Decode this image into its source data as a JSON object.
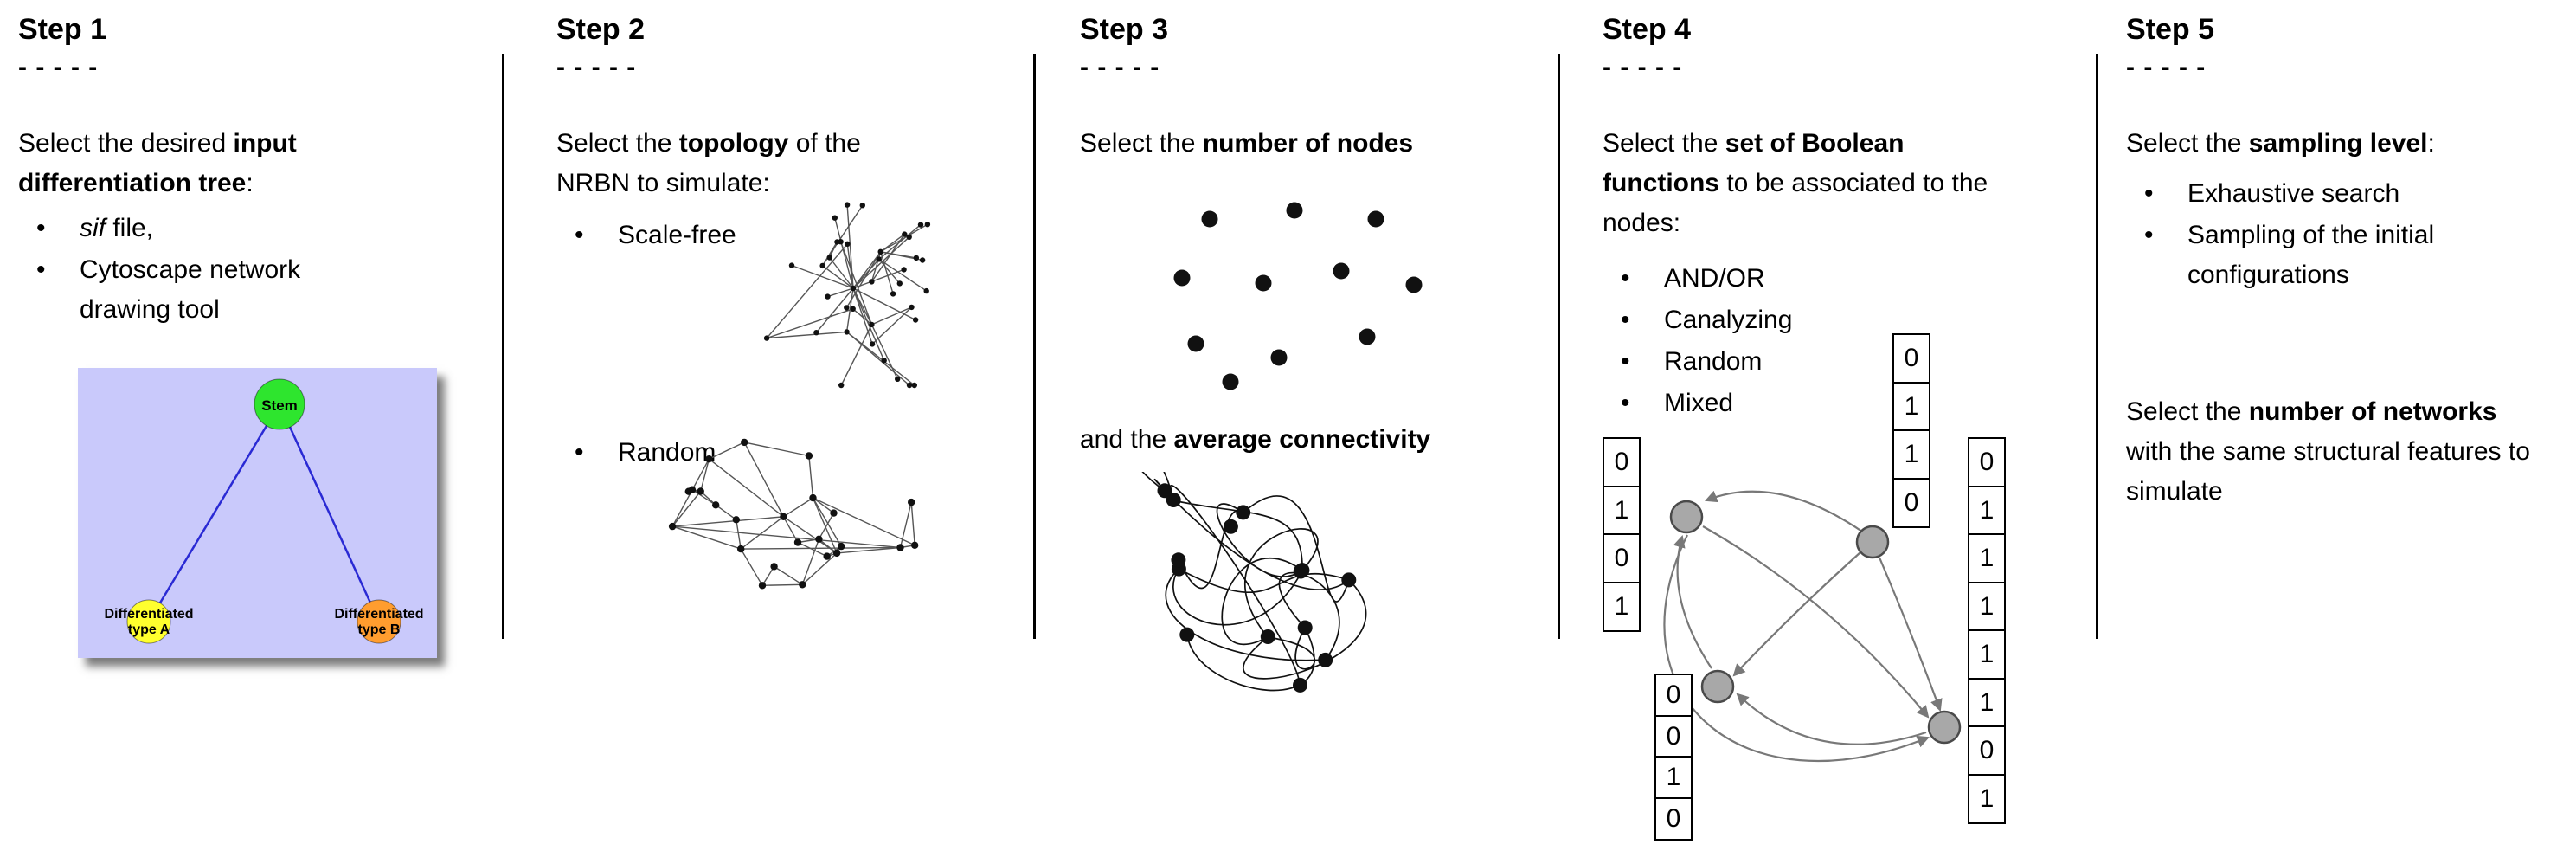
{
  "steps": [
    {
      "title": "Step 1",
      "dashes": "- - - - -",
      "text": [
        "Select the desired ",
        "input differentiation tree",
        ":"
      ],
      "bullet_sif": [
        "sif",
        " file,"
      ],
      "bullet_cytoscape": "Cytoscape network drawing tool"
    },
    {
      "title": "Step 2",
      "dashes": "- - - - -",
      "text": [
        "Select the ",
        "topology",
        " of the NRBN to simulate:"
      ],
      "bullets": [
        "Scale-free",
        "Random"
      ]
    },
    {
      "title": "Step 3",
      "dashes": "- - - - -",
      "text1": [
        "Select the ",
        "number of nodes",
        ""
      ],
      "text2": [
        "and the ",
        "average connectivity",
        ""
      ]
    },
    {
      "title": "Step 4",
      "dashes": "- - - - -",
      "text": [
        "Select the ",
        "set of Boolean functions",
        " to be associated to the nodes:"
      ],
      "bullets": [
        "AND/OR",
        "Canalyzing",
        "Random",
        "Mixed"
      ],
      "truth_tables": {
        "left": [
          "0",
          "1",
          "0",
          "1"
        ],
        "top": [
          "0",
          "1",
          "1",
          "0"
        ],
        "right": [
          "0",
          "1",
          "1",
          "1",
          "1",
          "1",
          "0",
          "1"
        ],
        "bottom": [
          "0",
          "0",
          "1",
          "0"
        ]
      }
    },
    {
      "title": "Step 5",
      "dashes": "- - - - -",
      "text1": [
        "Select the ",
        "sampling level",
        ":"
      ],
      "bullets": [
        "Exhaustive search",
        "Sampling of the initial configurations"
      ],
      "text2": [
        "Select the ",
        "number of networks",
        " with the same structural features to simulate"
      ]
    }
  ],
  "tree": {
    "stem": "Stem",
    "type_a": [
      "Differentiated",
      "type A"
    ],
    "type_b": [
      "Differentiated",
      "type B"
    ]
  },
  "colors": {
    "tree_background": "#c9c9fb",
    "tree_edge_blue": "#2a2ad4",
    "stem_green": "#2ee52e",
    "type_a_yellow": "#ffff2e",
    "type_b_orange": "#ff9d2f",
    "boolean_node_gray": "#a8a8a8",
    "edge_gray": "#787878"
  }
}
